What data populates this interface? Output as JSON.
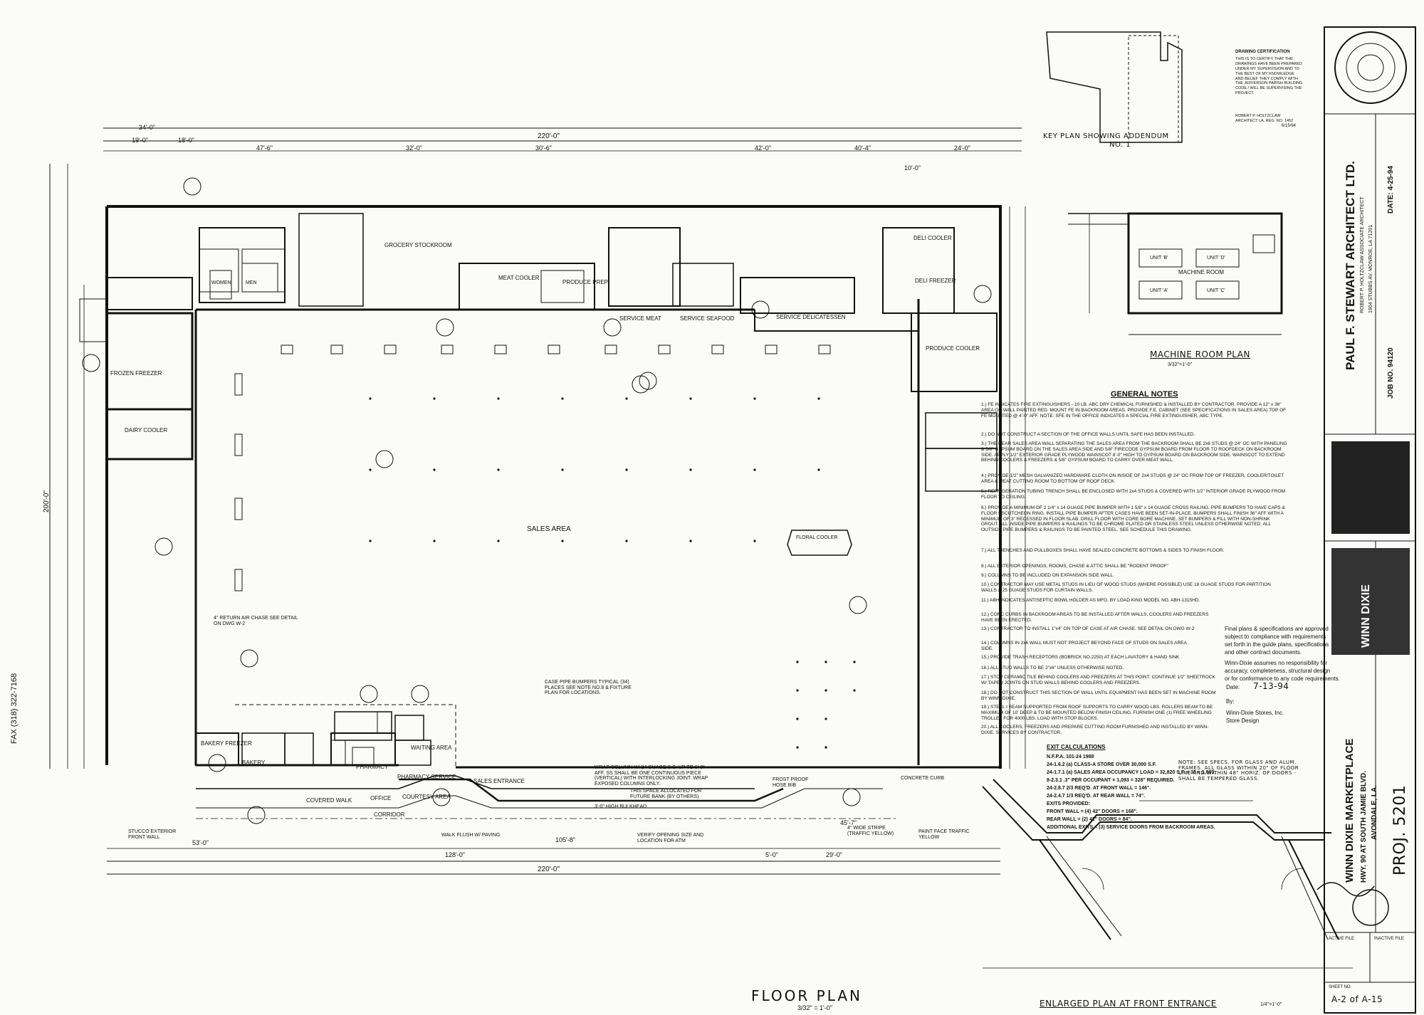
{
  "drawing": {
    "fax": "FAX (318) 322-7168",
    "key_plan_title": "KEY PLAN SHOWING ADDENDUM",
    "key_plan_no": "NO. 1",
    "floor_plan_title": "FLOOR PLAN",
    "floor_plan_scale": "3/32\" = 1'-0\"",
    "machine_room_title": "MACHINE ROOM PLAN",
    "machine_room_scale": "3/32\"=1'-0\"",
    "enlarged_title": "ENLARGED PLAN AT FRONT ENTRANCE",
    "enlarged_scale": "1/4\"=1'-0\"",
    "overall_dim": "220'-0\"",
    "bottom_dim": "220'-0\"",
    "left_dim": "200'-0\"",
    "dims_top": [
      "34'-0\"",
      "19'-0\"",
      "18'-0\"",
      "47'-6\"",
      "32'-0\"",
      "30'-6\"",
      "42'-0\"",
      "40'-4\"",
      "24'-0\"",
      "10'-0\""
    ],
    "dims_bottom": [
      "53'-0\"",
      "128'-0\"",
      "105'-8\"",
      "29'-0\"",
      "5'-0\"",
      "45'-7\""
    ]
  },
  "rooms": {
    "sales_area": "SALES AREA",
    "grocery_stockroom": "GROCERY STOCKROOM",
    "meat_cooler": "MEAT COOLER",
    "produce_prep": "PRODUCE PREP.",
    "service_meat": "SERVICE MEAT",
    "service_seafood": "SERVICE SEAFOOD",
    "service_delicatessen": "SERVICE DELICATESSEN",
    "frozen_freezer": "FROZEN FREEZER",
    "dairy_cooler": "DAIRY COOLER",
    "produce_cooler": "PRODUCE COOLER",
    "floral_cooler": "FLORAL COOLER",
    "bakery": "BAKERY",
    "bakery_freezer": "BAKERY FREEZER",
    "pharmacy": "PHARMACY",
    "waiting_area": "WAITING AREA",
    "pharmacy_service": "PHARMACY SERVICE",
    "courtesy_area": "COURTESY AREA",
    "office": "OFFICE",
    "corridor": "CORRIDOR",
    "sales_entrance": "SALES ENTRANCE",
    "covered_walk": "COVERED WALK",
    "machine_room": "MACHINE ROOM",
    "unit_a": "UNIT 'A'",
    "unit_b": "UNIT 'B'",
    "unit_c": "UNIT 'C'",
    "unit_d": "UNIT 'D'",
    "women": "WOMEN",
    "men": "MEN",
    "deli_cooler": "DELI COOLER",
    "deli_freezer": "DELI FREEZER"
  },
  "annotations": [
    "CASE PIPE BUMPERS TYPICAL (34) PLACES SEE NOTE NO.8 & FIXTURE PLAN FOR LOCATIONS.",
    "4\" RETURN AIR CHASE SEE DETAIL ON DWG W-2",
    "WRAP COLUMN W/ 24 GUAGE S.S. UP TO 6'-0\" AFF. SS SHALL BE ONE CONTINUOUS PIECE (VERTICAL) WITH INTERLOCKING JOINT. WRAP EXPOSED COLUMNS ONLY.",
    "THIS SPACE ALLOCATED FOR FUTURE BANK (BY OTHERS)",
    "VERIFY OPENING SIZE AND LOCATION FOR ATM",
    "WALK FLUSH W/ PAVING",
    "4\" WIDE STRIPE (TRAFFIC YELLOW)",
    "STUCCO EXTERIOR FRONT WALL",
    "CONCRETE CURB",
    "FROST PROOF HOSE BIB",
    "3'-0\" HIGH BULKHEAD",
    "PAINT FACE TRAFFIC YELLOW"
  ],
  "certification": {
    "heading": "DRAWING CERTIFICATION",
    "text": "THIS IS TO CERTIFY THAT THE DRAWINGS HAVE BEEN PREPARED UNDER MY SUPERVISION AND TO THE BEST OF MY KNOWLEDGE AND BELIEF THEY COMPLY WITH THE JEFFERSON PARISH BUILDING CODE / WILL BE SUPERVISING THE PROJECT.",
    "name": "ROBERT P. HOLTZCLAW",
    "license": "ARCHITECT LA. REG. NO. 1452",
    "date": "6/15/94"
  },
  "general_notes": {
    "title": "GENERAL NOTES",
    "items": [
      "1.) FE INDICATES FIRE EXTINGUISHERS - 10 LB. ABC DRY CHEMICAL FURNISHED & INSTALLED BY CONTRACTOR. PROVIDE A 12\" x 36\" AREA ON WALL PAINTED RED. MOUNT FE IN BACKROOM AREAS. PROVIDE F.E. CABINET (SEE SPECIFICATIONS IN SALES AREA) TOP OF FE MOUNTED @ 4'-0\" AFF. NOTE: SFE IN THE OFFICE INDICATES A SPECIAL FIRE EXTINGUISHER, ABC TYPE.",
      "2.) DO NOT CONSTRUCT A SECTION OF THE OFFICE WALLS UNTIL SAFE HAS BEEN INSTALLED.",
      "3.) THE REAR SALES AREA WALL SEPARATING THE SALES AREA FROM THE BACKROOM SHALL BE 2x6 STUDS @ 24\" OC WITH PANELING & 5/8\" GYPSUM BOARD ON THE SALES AREA SIDE AND 5/8\" FIRECODE GYPSUM BOARD FROM FLOOR TO ROOFDECK ON BACKROOM SIDE. APPLY 1/2\" EXTERIOR GRADE PLYWOOD WAINSCOT 8'-0\" HIGH TO GYPSUM BOARD ON BACKROOM SIDE. WAINSCOT TO EXTEND BEHIND COOLERS & FREEZERS & 5/8\" GYPSUM BOARD TO CARRY OVER MEAT WALL.",
      "4.) PROVIDE 1/2\" MESH GALVANIZED HARDWARE CLOTH ON INSIDE OF 2x4 STUDS @ 24\" OC FROM TOP OF FREEZER, COOLER/TOILET AREA & MEAT CUTTING ROOM TO BOTTOM OF ROOF DECK.",
      "5.) REFRIGERATION TUBING TRENCH SHALL BE ENCLOSED WITH 2x4 STUDS & COVERED WITH 1/2\" INTERIOR GRADE PLYWOOD FROM FLOOR TO CEILING.",
      "6.) PROVIDE A MINIMUM OF 2 1/4\" x 14 GUAGE PIPE BUMPER WITH 1 5/8\" x 14 GUAGE CROSS RAILING. PIPE BUMPERS TO HAVE CAPS & FLOOR ESCUTCHEON RING. INSTALL PIPE BUMPER AFTER CASES HAVE BEEN SET-IN-PLACE. BUMPERS SHALL FINISH 36\" AFF WITH A MINIMUM OF 3\" RECESSED IN FLOOR SLAB. DRILL FLOOR WITH CORE BORE MACHINE. SET BUMPERS & FILL WITH NON-SHRINK GROUT. ALL INSIDE PIPE BUMPERS & RAILINGS TO BE CHROME PLATED OR STAINLESS STEEL UNLESS OTHERWISE NOTED. ALL OUTSIDE PIPE BUMPERS & RAILINGS TO BE PAINTED STEEL. SEE SCHEDULE THIS DRAWING.",
      "7.) ALL TRENCHES AND PULLBOXES SHALL HAVE SEALED CONCRETE BOTTOMS & SIDES TO FINISH FLOOR.",
      "8.) ALL EXTERIOR OPENINGS, ROOMS, CHASE & ATTIC SHALL BE \"RODENT PROOF\"",
      "9.) COLUMNS TO BE INCLUDED ON EXPANSION SIDE WALL.",
      "10.) CONTRACTOR MAY USE METAL STUDS IN LIEU OF WOOD STUDS (WHERE POSSIBLE) USE 18 GUAGE STUDS FOR PARTITION WALLS & 25 GUAGE STUDS FOR CURTAIN WALLS.",
      "11.) ABH INDICATES ANTISEPTIC BOWL HOLDER AS MFG. BY LOAD KING MODEL NO. ABH-1315HD.",
      "12.) CONC CURBS IN BACKROOM AREAS TO BE INSTALLED AFTER WALLS, COOLERS AND FREEZERS HAVE BEEN ERECTED.",
      "13.) CONTRACTOR TO INSTALL 1\"x4\" ON TOP OF CASE AT AIR CHASE. SEE DETAIL ON DWG W-2",
      "14.) COLUMNS IN 2x6 WALL MUST NOT PROJECT BEYOND FACE OF STUDS ON SALES AREA SIDE.",
      "15.) PROVIDE TRASH RECEPTORS (BOBRICK NO.2250) AT EACH LAVATORY & HAND SINK",
      "16.) ALL STUD WALLS TO BE 2\"x6\" UNLESS OTHERWISE NOTED.",
      "17.) STOP CERAMIC TILE BEHIND COOLERS AND FREEZERS AT THIS POINT. CONTINUE 1/2\" SHEETROCK W/ TAPED JOINTS ON STUD WALLS BEHIND COOLERS AND FREEZERS.",
      "18.) DO NOT CONSTRUCT THIS SECTION OF WALL UNTIL EQUIPMENT HAS BEEN SET IN MACHINE ROOM BY WINN-DIXIE.",
      "19.) STEEL I BEAM SUPPORTED FROM ROOF SUPPORTS TO CARRY WOOD LBS. ROLLERS BEAM TO BE MAXIMUM OF 10' DEEP & TO BE MOUNTED BELOW FINISH CEILING. FURNISH ONE (1) FREE WHEELING TROLLEY FOR 4000 LBS. LOAD WITH STOP BLOCKS.",
      "20.) ALL COOLERS, FREEZERS AND PREPARE CUTTING ROOM FURNISHED AND INSTALLED BY WINN-DIXIE. SERVICES BY CONTRACTOR."
    ]
  },
  "exit_calculations": {
    "title": "EXIT CALCULATIONS",
    "lines": [
      "N.F.P.A. 101-24 1988",
      "24-1.6.2 (a) CLASS-A STORE OVER 30,000 S.F.",
      "24-1.7.1 (a) SALES AREA OCCUPANCY LOAD = 32,820 S.F. ÷ 30 = 1,093.",
      "8-2.3.1 .3\" PER OCCUPANT × 1,093 = 328\" REQUIRED.",
      "24-2.8.7 2/3 REQ'D. AT FRONT WALL = 146\".",
      "24-2.4.7 1/3 REQ'D. AT REAR WALL = 74\".",
      "EXITS PROVIDED:",
      "FRONT WALL = (4) 42\" DOORS = 168\".",
      "REAR WALL = (2) 42\" DOORS = 84\".",
      "ADDITIONAL EXITS = (3) SERVICE DOORS FROM BACKROOM AREAS."
    ]
  },
  "approval": {
    "text1": "Final plans & specifications are approved",
    "text2": "subject to compliance with requirements",
    "text3": "set forth in the guide plans, specifications",
    "text4": "and other contract documents.",
    "text5": "Winn-Dixie assumes no responsibility for",
    "text6": "accuracy, completeness, structural design",
    "text7": "or for conformance to any code requirements.",
    "date_label": "Date:",
    "date": "7-13-94",
    "by_label": "By:",
    "company": "Winn-Dixie Stores, Inc.",
    "dept": "Store Design"
  },
  "title_block": {
    "architect": "PAUL F. STEWART ARCHITECT LTD.",
    "architect_sub": "ROBERT P. HOLTZCLAW ASSOCIATE ARCHITECT",
    "address": "1904 STUBBS AV.  MONROE, LA 71201",
    "job_no": "JOB NO. 94120",
    "date": "DATE: 4-25-94",
    "brand": "WINN DIXIE",
    "project": "WINN DIXIE MARKETPLACE",
    "project_loc": "HWY. 90 AT SOUTH JAMIE BLVD.",
    "project_city": "AVONDALE, LA.",
    "proj_no": "PROJ. 5201",
    "sheet_label": "SHEET NO.",
    "sheet_no": "A-2 of A-15",
    "active_file": "ACTIVE FILE",
    "inactive_file": "INACTIVE FILE"
  },
  "entrance_note": "NOTE: SEE SPECS. FOR GLASS AND ALUM. FRAMES. ALL GLASS WITHIN 20\" OF FLOOR LINE AND WITHIN 48\" HORIZ. OF DOORS - SHALL BE TEMPERED GLASS."
}
